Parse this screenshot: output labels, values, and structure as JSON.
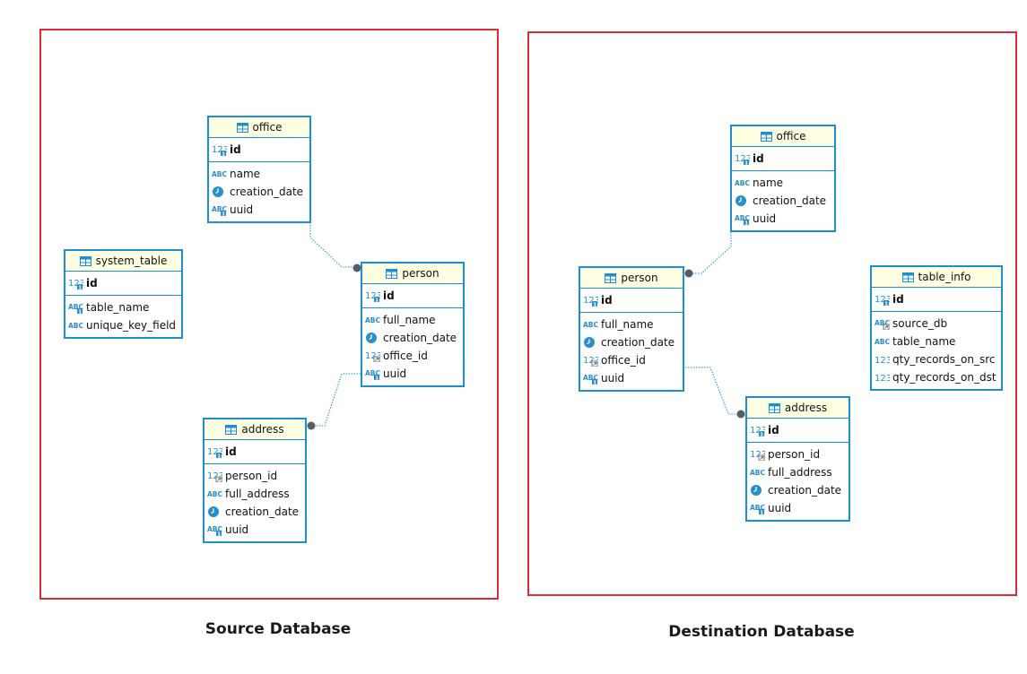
{
  "captions": {
    "source": "Source Database",
    "destination": "Destination Database"
  },
  "colors": {
    "frame": "#e02b35",
    "table_border": "#1b8fcf",
    "table_header_bg": "#fefee2",
    "connector": "#1b8fcf",
    "connector_dot": "#555e66"
  },
  "source_tables": {
    "office": {
      "name": "office",
      "pk": [
        {
          "name": "id",
          "icon": "numeric-key-icon"
        }
      ],
      "columns": [
        {
          "name": "name",
          "icon": "text-icon"
        },
        {
          "name": "creation_date",
          "icon": "clock-icon"
        },
        {
          "name": "uuid",
          "icon": "text-key-icon"
        }
      ]
    },
    "system_table": {
      "name": "system_table",
      "pk": [
        {
          "name": "id",
          "icon": "numeric-key-icon"
        }
      ],
      "columns": [
        {
          "name": "table_name",
          "icon": "text-key-icon"
        },
        {
          "name": "unique_key_field",
          "icon": "text-icon"
        }
      ]
    },
    "person": {
      "name": "person",
      "pk": [
        {
          "name": "id",
          "icon": "numeric-key-icon"
        }
      ],
      "columns": [
        {
          "name": "full_name",
          "icon": "text-icon"
        },
        {
          "name": "creation_date",
          "icon": "clock-icon"
        },
        {
          "name": "office_id",
          "icon": "numeric-fk-icon"
        },
        {
          "name": "uuid",
          "icon": "text-key-icon"
        }
      ]
    },
    "address": {
      "name": "address",
      "pk": [
        {
          "name": "id",
          "icon": "numeric-key-icon"
        }
      ],
      "columns": [
        {
          "name": "person_id",
          "icon": "numeric-fk-icon"
        },
        {
          "name": "full_address",
          "icon": "text-icon"
        },
        {
          "name": "creation_date",
          "icon": "clock-icon"
        },
        {
          "name": "uuid",
          "icon": "text-key-icon"
        }
      ]
    }
  },
  "destination_tables": {
    "office": {
      "name": "office",
      "pk": [
        {
          "name": "id",
          "icon": "numeric-key-icon"
        }
      ],
      "columns": [
        {
          "name": "name",
          "icon": "text-icon"
        },
        {
          "name": "creation_date",
          "icon": "clock-icon"
        },
        {
          "name": "uuid",
          "icon": "text-key-icon"
        }
      ]
    },
    "person": {
      "name": "person",
      "pk": [
        {
          "name": "id",
          "icon": "numeric-key-icon"
        }
      ],
      "columns": [
        {
          "name": "full_name",
          "icon": "text-icon"
        },
        {
          "name": "creation_date",
          "icon": "clock-icon"
        },
        {
          "name": "office_id",
          "icon": "numeric-fk-icon"
        },
        {
          "name": "uuid",
          "icon": "text-key-icon"
        }
      ]
    },
    "table_info": {
      "name": "table_info",
      "pk": [
        {
          "name": "id",
          "icon": "numeric-key-icon"
        }
      ],
      "columns": [
        {
          "name": "source_db",
          "icon": "text-fk-icon"
        },
        {
          "name": "table_name",
          "icon": "text-icon"
        },
        {
          "name": "qty_records_on_src",
          "icon": "numeric-icon"
        },
        {
          "name": "qty_records_on_dst",
          "icon": "numeric-icon"
        }
      ]
    },
    "address": {
      "name": "address",
      "pk": [
        {
          "name": "id",
          "icon": "numeric-key-icon"
        }
      ],
      "columns": [
        {
          "name": "person_id",
          "icon": "numeric-fk-icon"
        },
        {
          "name": "full_address",
          "icon": "text-icon"
        },
        {
          "name": "creation_date",
          "icon": "clock-icon"
        },
        {
          "name": "uuid",
          "icon": "text-key-icon"
        }
      ]
    }
  }
}
